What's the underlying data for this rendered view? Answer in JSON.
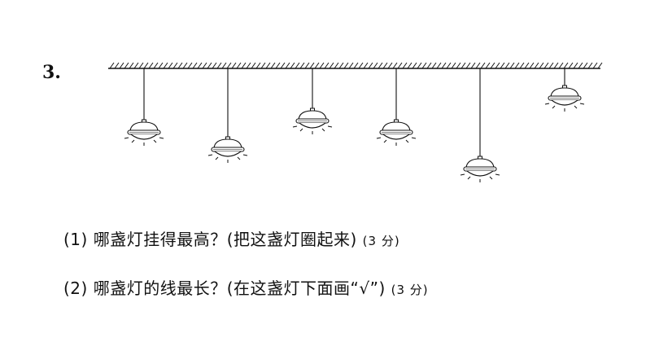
{
  "question": {
    "number": "3.",
    "lamps": [
      {
        "id": "lamp-1"
      },
      {
        "id": "lamp-2"
      },
      {
        "id": "lamp-3"
      },
      {
        "id": "lamp-4"
      },
      {
        "id": "lamp-5"
      },
      {
        "id": "lamp-6"
      }
    ],
    "sub1": {
      "label": "(1)",
      "text": "哪盏灯挂得最高？",
      "hint": "(把这盏灯圈起来)",
      "score": "(3 分)"
    },
    "sub2": {
      "label": "(2)",
      "text": "哪盏灯的线最长？",
      "hint": "(在这盏灯下面画“√”)",
      "score": "(3 分)"
    }
  }
}
